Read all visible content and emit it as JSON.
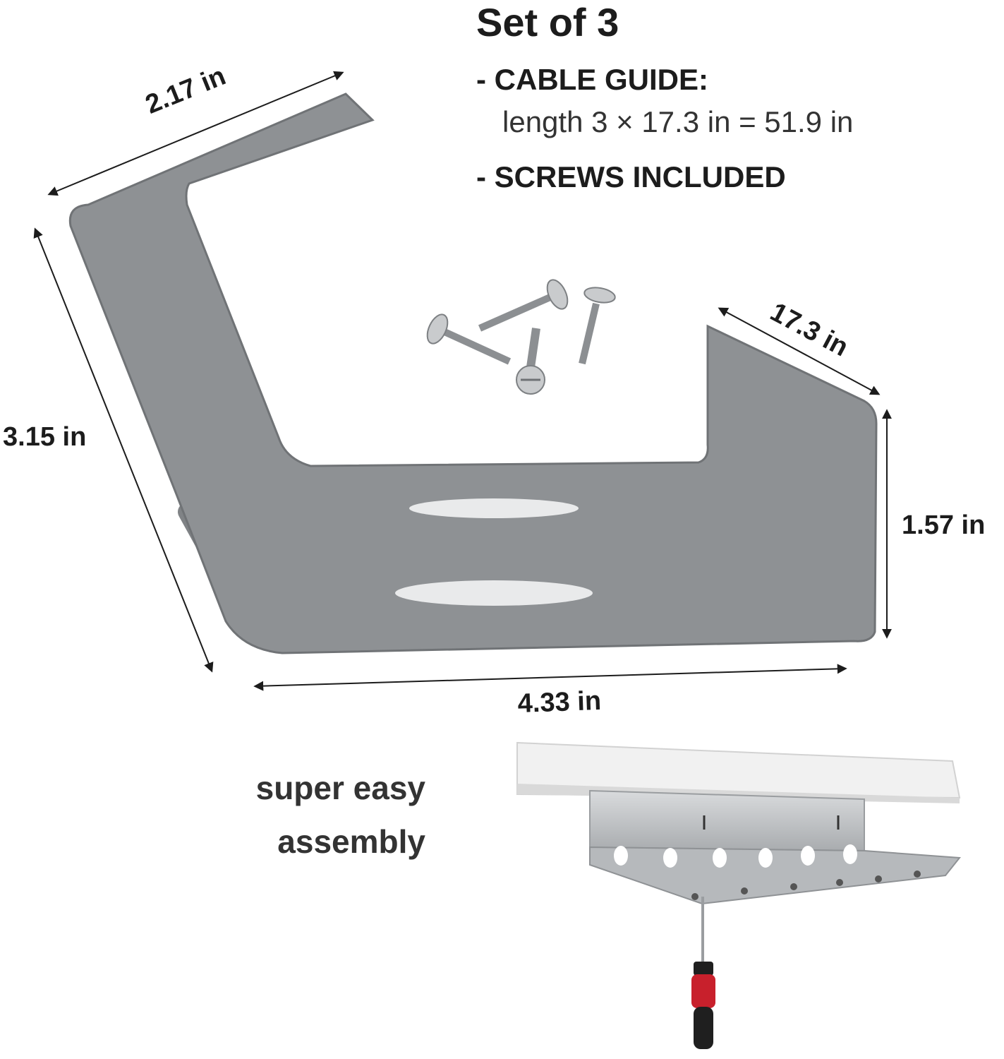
{
  "heading": "Set of 3",
  "features": [
    {
      "label": "- CABLE GUIDE:",
      "detail": "length 3 × 17.3 in = 51.9 in"
    },
    {
      "label": "- SCREWS INCLUDED"
    }
  ],
  "dimensions": {
    "top": "2.17 in",
    "left": "3.15 in",
    "tray_length": "17.3 in",
    "height": "1.57 in",
    "bottom": "4.33 in"
  },
  "assembly": {
    "line1": "super easy",
    "line2": "assembly"
  },
  "colors": {
    "bracket": "#8e9194",
    "bracket_dark": "#6f7275",
    "steel": "#c4c6c8",
    "screwdriver_handle": "#c8202c",
    "desk_top": "#f1f1f1"
  }
}
